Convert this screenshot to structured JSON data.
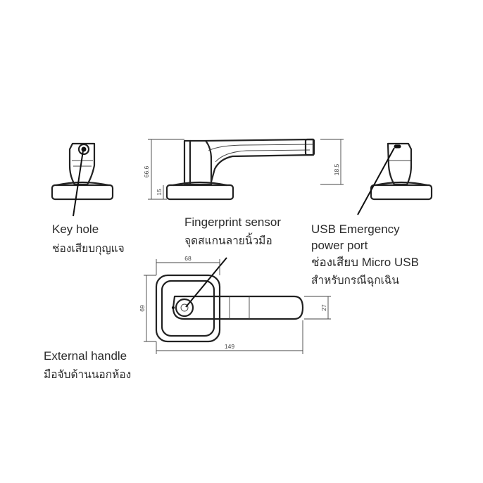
{
  "labels": {
    "key_hole_en": "Key hole",
    "key_hole_th": "ช่องเสียบกุญแจ",
    "fingerprint_en": "Fingerprint sensor",
    "fingerprint_th": "จุดสแกนลายนิ้วมือ",
    "usb_en_1": "USB Emergency",
    "usb_en_2": "power port",
    "usb_th_1": "ช่องเสียบ Micro USB",
    "usb_th_2": "สำหรับกรณีฉุกเฉิน",
    "handle_en": "External handle",
    "handle_th": "มือจับด้านนอกห้อง"
  },
  "dimensions": {
    "side_height": "66.6",
    "side_base": "15",
    "side_lever": "18.5",
    "top_width": "68",
    "top_height": "69",
    "lever_length": "149",
    "lever_width": "27"
  }
}
